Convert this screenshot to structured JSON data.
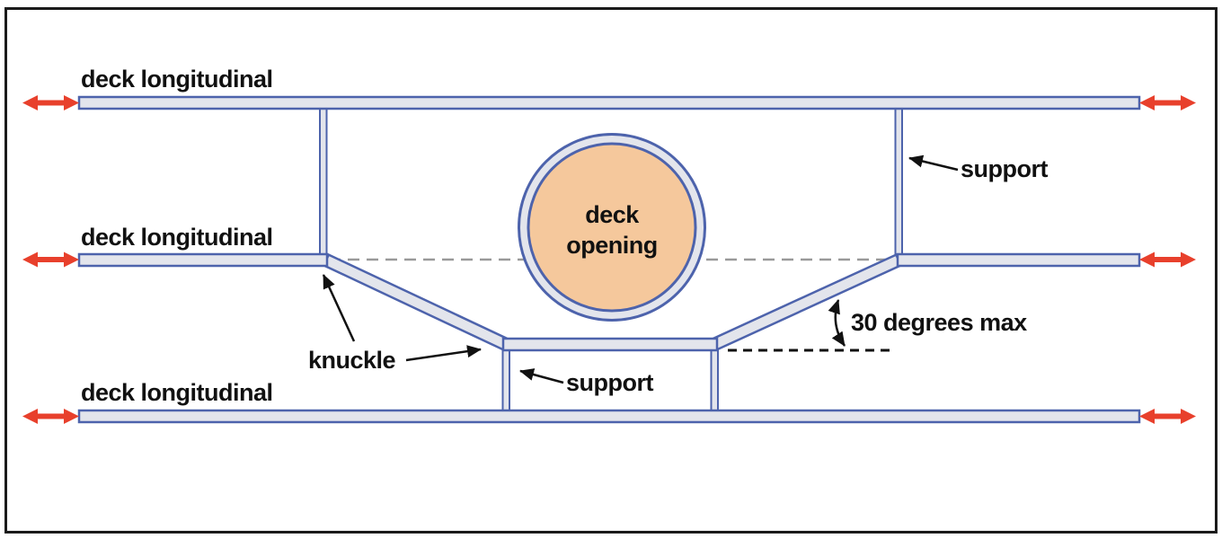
{
  "figure": {
    "labels": {
      "deck_longitudinal_top": "deck longitudinal",
      "deck_longitudinal_middle": "deck longitudinal",
      "deck_longitudinal_bottom": "deck longitudinal",
      "deck_opening_line1": "deck",
      "deck_opening_line2": "opening",
      "support_right": "support",
      "support_bottom": "support",
      "knuckle": "knuckle",
      "angle_note": "30 degrees max"
    },
    "icons": {
      "red_arrows": "double-headed-tension-arrow",
      "annotation_arrows": "pointer-arrow",
      "angle_arrow": "curved-double-headed-arrow"
    },
    "colors": {
      "member_stroke": "#4d63ac",
      "member_fill": "#e3e5ec",
      "opening_fill": "#f5c89c",
      "arrow_red": "#e8402c",
      "annotation_black": "#111111",
      "dash_gray": "#999999",
      "frame_border": "#1b1b1b",
      "background": "#ffffff"
    }
  }
}
